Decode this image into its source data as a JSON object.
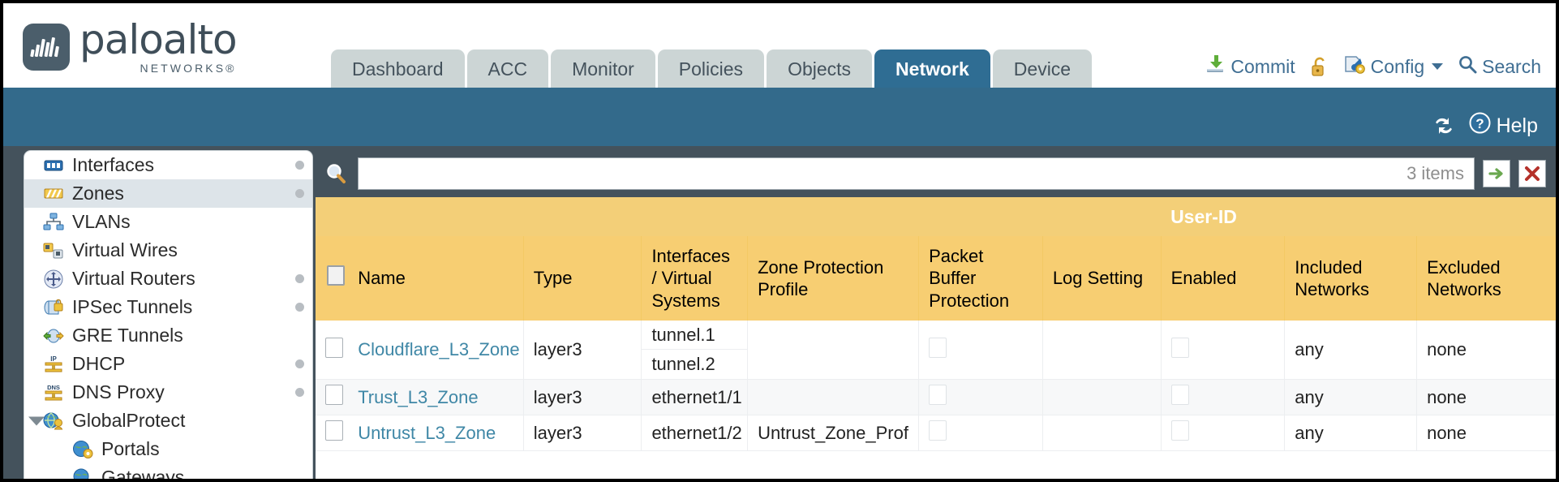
{
  "brand": {
    "name": "paloalto",
    "sub": "NETWORKS®"
  },
  "nav": {
    "tabs": [
      {
        "label": "Dashboard",
        "active": false
      },
      {
        "label": "ACC",
        "active": false
      },
      {
        "label": "Monitor",
        "active": false
      },
      {
        "label": "Policies",
        "active": false
      },
      {
        "label": "Objects",
        "active": false
      },
      {
        "label": "Network",
        "active": true
      },
      {
        "label": "Device",
        "active": false
      }
    ],
    "actions": {
      "commit": "Commit",
      "lock_icon": "unlocked-padlock-icon",
      "config": "Config",
      "search": "Search"
    }
  },
  "subbar": {
    "refresh_icon": "refresh-icon",
    "help": "Help"
  },
  "sidebar": {
    "items": [
      {
        "label": "Interfaces",
        "icon": "interfaces-icon",
        "dot": true,
        "child": false,
        "selected": false,
        "expander": false
      },
      {
        "label": "Zones",
        "icon": "zones-icon",
        "dot": true,
        "child": false,
        "selected": true,
        "expander": false
      },
      {
        "label": "VLANs",
        "icon": "vlans-icon",
        "dot": false,
        "child": false,
        "selected": false,
        "expander": false
      },
      {
        "label": "Virtual Wires",
        "icon": "virtual-wires-icon",
        "dot": false,
        "child": false,
        "selected": false,
        "expander": false
      },
      {
        "label": "Virtual Routers",
        "icon": "virtual-routers-icon",
        "dot": true,
        "child": false,
        "selected": false,
        "expander": false
      },
      {
        "label": "IPSec Tunnels",
        "icon": "ipsec-tunnels-icon",
        "dot": true,
        "child": false,
        "selected": false,
        "expander": false
      },
      {
        "label": "GRE Tunnels",
        "icon": "gre-tunnels-icon",
        "dot": false,
        "child": false,
        "selected": false,
        "expander": false
      },
      {
        "label": "DHCP",
        "icon": "dhcp-icon",
        "dot": true,
        "child": false,
        "selected": false,
        "expander": false
      },
      {
        "label": "DNS Proxy",
        "icon": "dns-proxy-icon",
        "dot": true,
        "child": false,
        "selected": false,
        "expander": false
      },
      {
        "label": "GlobalProtect",
        "icon": "globalprotect-icon",
        "dot": false,
        "child": false,
        "selected": false,
        "expander": true
      },
      {
        "label": "Portals",
        "icon": "portals-icon",
        "dot": false,
        "child": true,
        "selected": false,
        "expander": false
      },
      {
        "label": "Gateways",
        "icon": "gateways-icon",
        "dot": false,
        "child": true,
        "selected": false,
        "expander": false
      }
    ]
  },
  "search": {
    "value": "",
    "placeholder": "",
    "items_count": "3 items",
    "apply_icon": "green-arrow-right-icon",
    "clear_icon": "red-x-icon"
  },
  "table": {
    "group_header": {
      "user_id": "User-ID"
    },
    "columns": [
      "Name",
      "Type",
      "Interfaces / Virtual Systems",
      "Zone Protection Profile",
      "Packet Buffer Protection",
      "Log Setting",
      "Enabled",
      "Included Networks",
      "Excluded Networks"
    ],
    "rows": [
      {
        "name": "Cloudflare_L3_Zone",
        "type": "layer3",
        "interfaces": [
          "tunnel.1",
          "tunnel.2"
        ],
        "zone_protection_profile": "",
        "packet_buffer_protection": false,
        "log_setting": "",
        "userid_enabled": false,
        "included_networks": "any",
        "excluded_networks": "none"
      },
      {
        "name": "Trust_L3_Zone",
        "type": "layer3",
        "interfaces": [
          "ethernet1/1"
        ],
        "zone_protection_profile": "",
        "packet_buffer_protection": false,
        "log_setting": "",
        "userid_enabled": false,
        "included_networks": "any",
        "excluded_networks": "none"
      },
      {
        "name": "Untrust_L3_Zone",
        "type": "layer3",
        "interfaces": [
          "ethernet1/2"
        ],
        "zone_protection_profile": "Untrust_Zone_Prof",
        "packet_buffer_protection": false,
        "log_setting": "",
        "userid_enabled": false,
        "included_networks": "any",
        "excluded_networks": "none"
      }
    ]
  },
  "colors": {
    "tab_active": "#2f6d93",
    "tab_inactive": "#ccd5d5",
    "subbar": "#336a8b",
    "body_bg": "#44525c",
    "table_header": "#f7ce72",
    "table_group_header": "#e3b64e",
    "link": "#3f87a6"
  }
}
